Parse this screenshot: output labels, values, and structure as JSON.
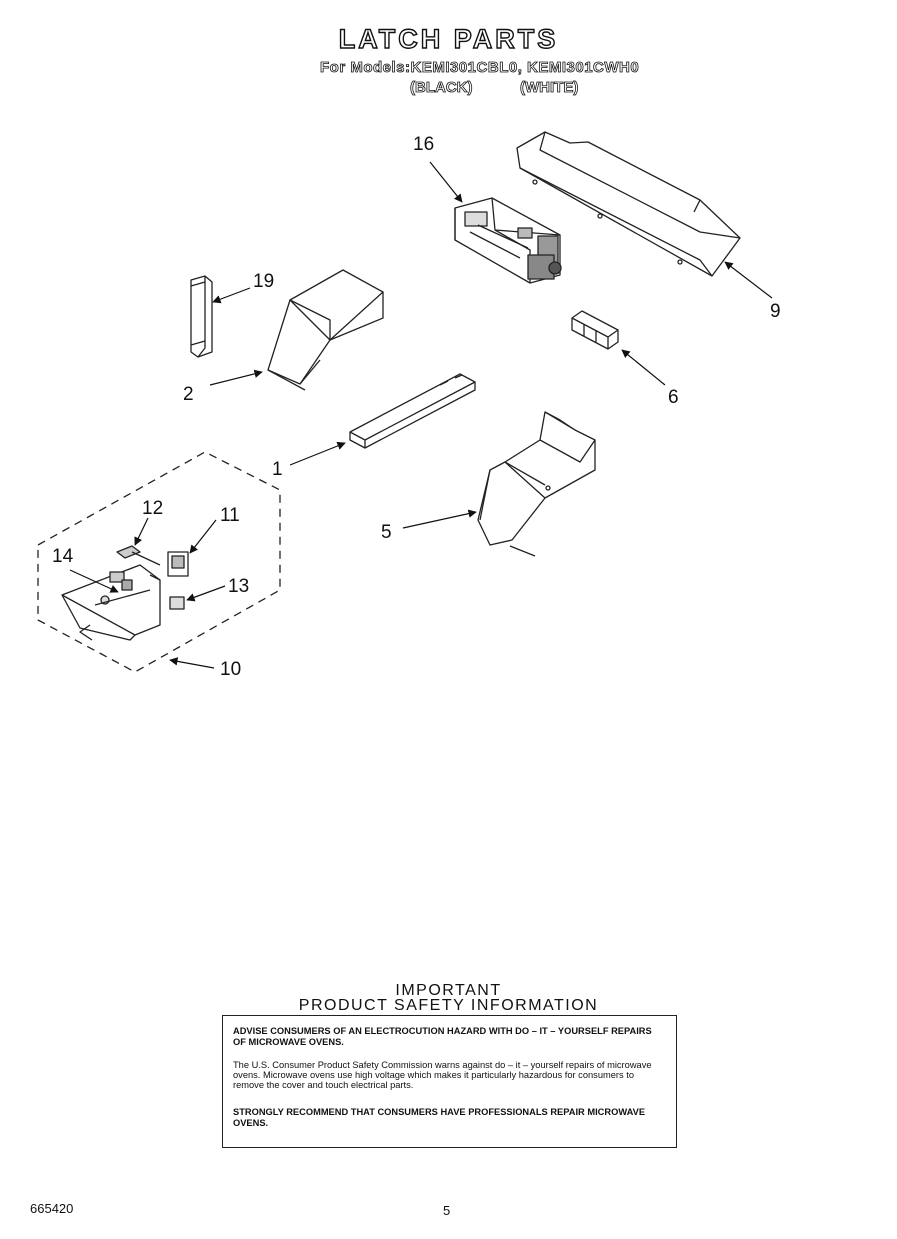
{
  "header": {
    "title": "LATCH PARTS",
    "models_line": "For Models:KEMI301CBL0, KEMI301CWH0",
    "variant_black": "(BLACK)",
    "variant_white": "(WHITE)"
  },
  "callouts": {
    "c1": "1",
    "c2": "2",
    "c5": "5",
    "c6": "6",
    "c9": "9",
    "c10": "10",
    "c11": "11",
    "c12": "12",
    "c13": "13",
    "c14": "14",
    "c16": "16",
    "c19": "19"
  },
  "safety": {
    "line1": "IMPORTANT",
    "line2": "PRODUCT  SAFETY  INFORMATION",
    "advise": "ADVISE CONSUMERS OF AN ELECTROCUTION HAZARD WITH DO – IT – YOURSELF REPAIRS OF MICROWAVE OVENS.",
    "body": "The U.S. Consumer Product Safety Commission warns against do – it – yourself repairs of microwave ovens. Microwave ovens use high voltage which makes it particularly hazardous for consumers to remove the cover and touch electrical parts.",
    "recommend": "STRONGLY RECOMMEND THAT CONSUMERS HAVE PROFESSIONALS REPAIR MICROWAVE OVENS."
  },
  "footer": {
    "doc_number": "665420",
    "page_number": "5"
  }
}
